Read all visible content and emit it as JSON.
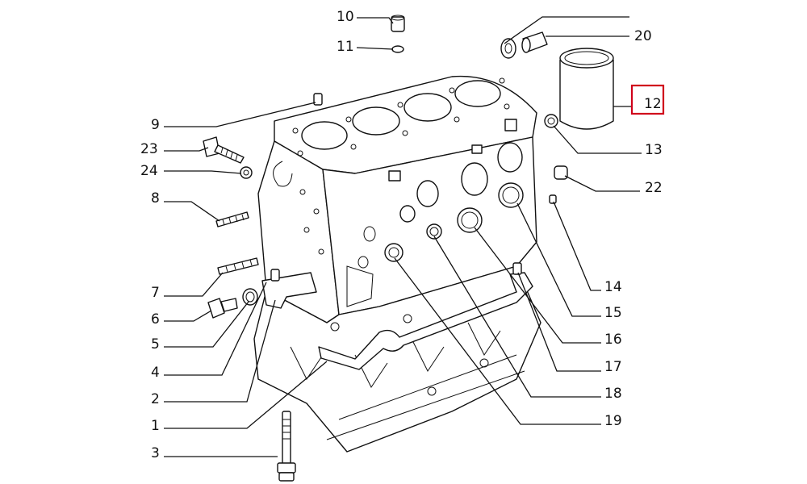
{
  "labels": {
    "p1": "1",
    "p2": "2",
    "p3": "3",
    "p4": "4",
    "p5": "5",
    "p6": "6",
    "p7": "7",
    "p8": "8",
    "p9": "9",
    "p10": "10",
    "p11": "11",
    "p12": "12",
    "p13": "13",
    "p14": "14",
    "p15": "15",
    "p16": "16",
    "p17": "17",
    "p18": "18",
    "p19": "19",
    "p20": "20",
    "p22": "22",
    "p23": "23",
    "p24": "24"
  },
  "highlight": {
    "part": "12",
    "color": "#d0021b"
  }
}
